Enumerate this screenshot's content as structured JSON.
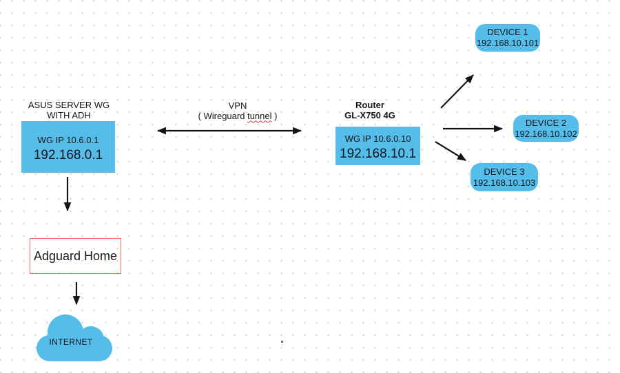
{
  "colors": {
    "node_fill": "#55bde9",
    "arrow": "#141414",
    "adguard_border": "#ee6a64",
    "misspell_underline": "#e03a38",
    "text": "#10151a",
    "grid_dot": "#d5d5d5"
  },
  "diagram": {
    "asus_server": {
      "label_line1": "ASUS SERVER WG",
      "label_line2": "WITH ADH",
      "wg_ip": "WG IP 10.6.0.1",
      "lan_ip": "192.168.0.1"
    },
    "vpn_link": {
      "title": "VPN",
      "subtitle_prefix": "( Wireguard ",
      "subtitle_word": "tunnel",
      "subtitle_suffix": " )"
    },
    "router": {
      "label_line1": "Router",
      "label_line2": "GL-X750 4G",
      "wg_ip": "WG IP 10.6.0.10",
      "lan_ip": "192.168.10.1"
    },
    "devices": [
      {
        "name": "DEVICE 1",
        "ip": "192.168.10.101"
      },
      {
        "name": "DEVICE 2",
        "ip": "192.168.10.102"
      },
      {
        "name": "DEVICE 3",
        "ip": "192.168.10.103"
      }
    ],
    "adguard": {
      "label": "Adguard Home"
    },
    "internet": {
      "label": "INTERNET"
    }
  }
}
